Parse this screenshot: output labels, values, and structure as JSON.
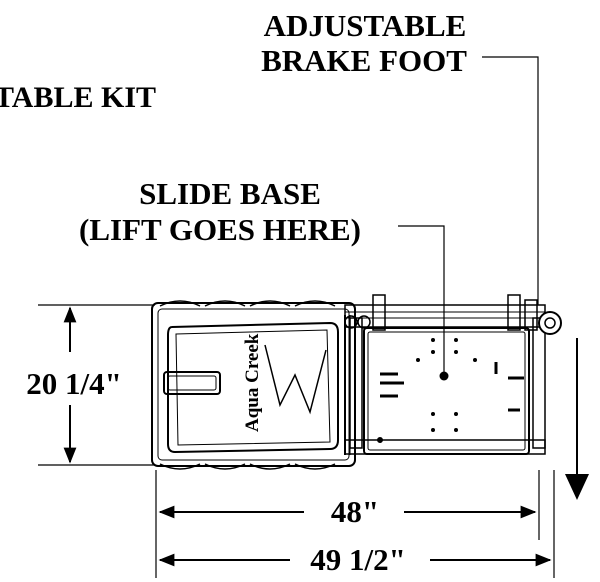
{
  "labels": {
    "kit_title": "TABLE KIT",
    "brake_line1": "ADJUSTABLE",
    "brake_line2": "BRAKE FOOT",
    "base_line1": "SLIDE BASE",
    "base_line2": "(LIFT GOES HERE)",
    "logo_text": "Aqua Creek"
  },
  "dimensions": {
    "height": "20 1/4\"",
    "inner_width": "48\"",
    "outer_width": "49 1/2\""
  },
  "colors": {
    "ink": "#000000",
    "paper": "#ffffff"
  }
}
